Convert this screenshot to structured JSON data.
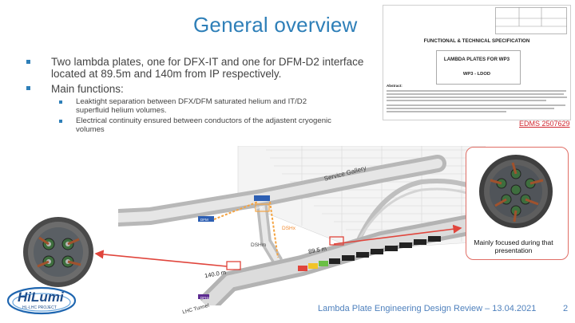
{
  "slide": {
    "title": "General overview",
    "bullets": [
      "Two lambda plates, one for DFX-IT and one for DFM-D2 interface located at 89.5m and 140m from IP respectively.",
      "Main functions:"
    ],
    "sub_bullets": [
      "Leaktight separation between DFX/DFM saturated helium and IT/D2 superfluid helium volumes.",
      "Electrical continuity ensured between conductors of the adjastent cryogenic volumes"
    ],
    "footer": "Lambda Plate Engineering Design Review – 13.04.2021",
    "page_number": "2"
  },
  "spec_document": {
    "header": "FUNCTIONAL & TECHNICAL SPECIFICATION",
    "subtitle": "LAMBDA PLATES FOR WP3",
    "wp_code": "WP3 - LDOD",
    "abstract_label": "Abstract:",
    "doc_link": "EDMS 2507629"
  },
  "diagram": {
    "labels": {
      "service_gallery": "Service Gallery",
      "dshx": "DSHx",
      "dshm": "DSHm",
      "dist_89": "89.5 m",
      "dist_140": "140.0 m",
      "lhc_tunnel": "LHC Tunnel",
      "dfx": "DFX",
      "dfm": "DFM",
      "dfhx": "DFHx",
      "focus_note": "Mainly focused during that presentation"
    }
  },
  "logos": {
    "hilumi_text": "HiLumi",
    "hilumi_sub": "HL-LHC PROJECT"
  },
  "colors": {
    "title_blue": "#2e7fb8",
    "bullet_blue": "#2e7fb8",
    "callout_red": "#e0453c",
    "edms_red": "#d0262e",
    "footer_blue": "#4f81bd"
  }
}
